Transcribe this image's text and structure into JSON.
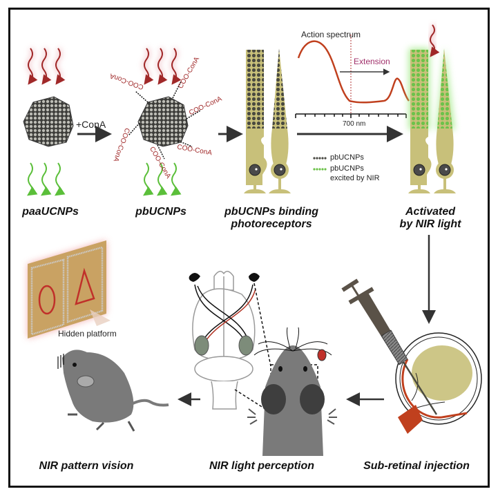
{
  "figure": {
    "type": "graphical-abstract",
    "colors": {
      "nir_red": "#b03030",
      "emission_green": "#5bbf3a",
      "photoreceptor_khaki": "#c8c07a",
      "nanoparticle_dark": "#4a4a44",
      "mouse_gray": "#7a7a7a",
      "spectrum_orange": "#c0401e",
      "extension_magenta": "#a0306a",
      "board_tan": "#c9a263"
    }
  },
  "top_row": {
    "paa": {
      "label": "paaUCNPs"
    },
    "conjugation_arrow": {
      "label": "+ConA"
    },
    "pb": {
      "label": "pbUCNPs",
      "ligands": [
        "COO-ConA",
        "COO-ConA",
        "COO-ConA",
        "COO-ConA",
        "COO-ConA",
        "COO-ConA"
      ]
    },
    "binding": {
      "label_line1": "pbUCNPs binding",
      "label_line2": "photoreceptors"
    },
    "spectrum": {
      "title": "Action spectrum",
      "extension_label": "Extension",
      "axis_label": "700 nm"
    },
    "legend": {
      "items": [
        {
          "label": "pbUCNPs",
          "color": "#4a4a44"
        },
        {
          "label": "pbUCNPs",
          "label2": "excited by NIR",
          "color": "#6cc24a"
        }
      ]
    },
    "activated": {
      "label_line1": "Activated",
      "label_line2": "by NIR light"
    }
  },
  "bottom_row": {
    "vision": {
      "label": "NIR pattern vision",
      "platform_label": "Hidden platform"
    },
    "perception": {
      "label": "NIR light perception"
    },
    "injection": {
      "label": "Sub-retinal injection"
    }
  }
}
